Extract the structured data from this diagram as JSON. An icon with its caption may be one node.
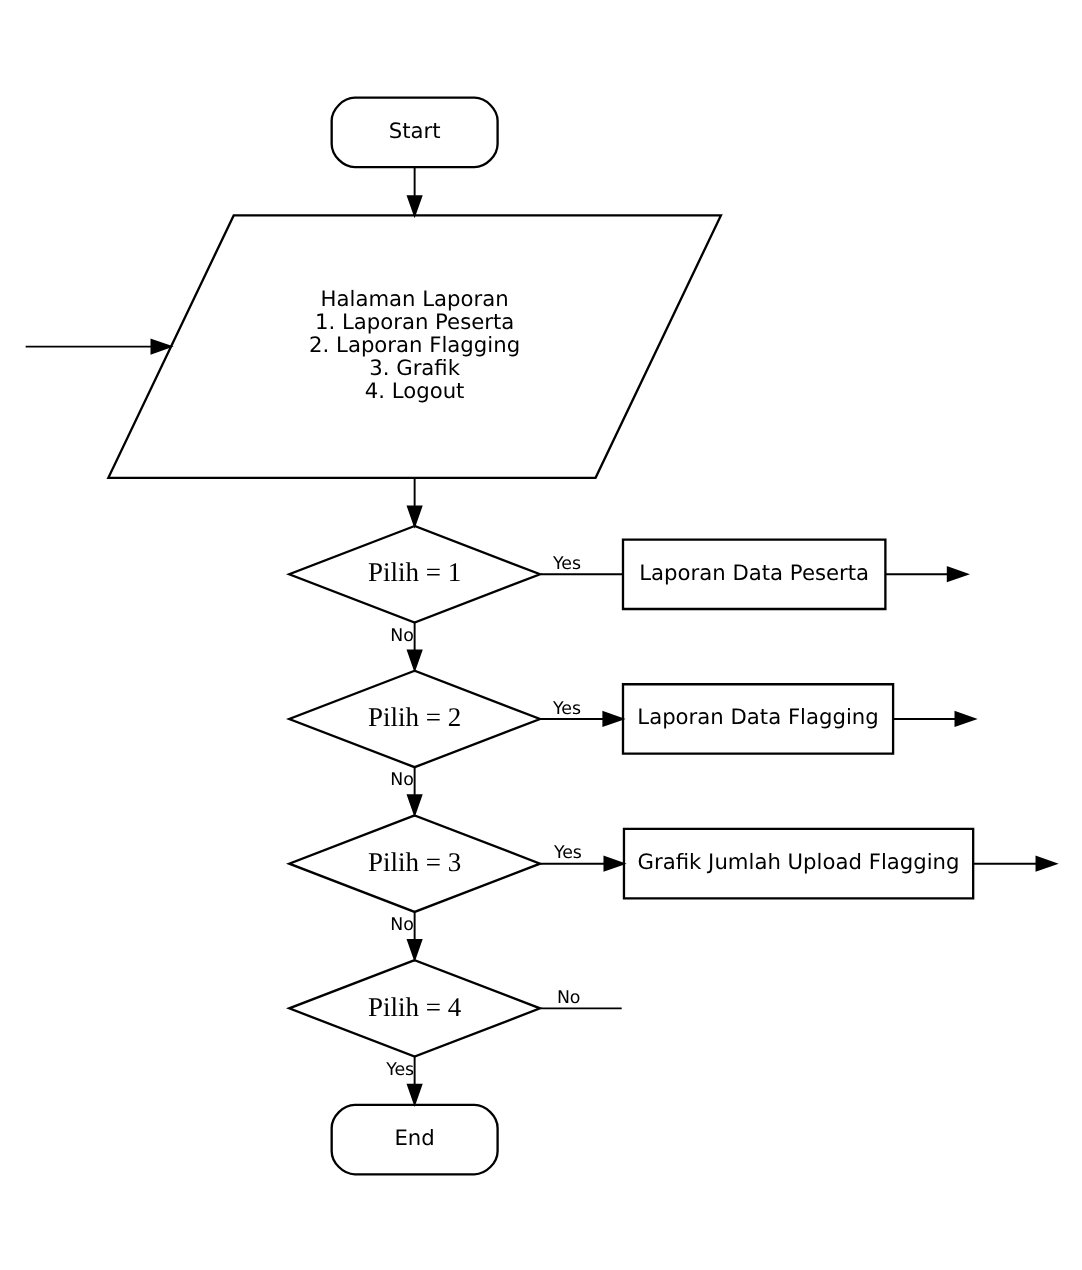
{
  "diagram": {
    "nodes": [
      {
        "text": [
          "Start"
        ]
      },
      {
        "text": [
          "Halaman Laporan",
          "1. Laporan Peserta",
          "2. Laporan Flagging",
          "3. Grafik",
          "4. Logout"
        ]
      },
      {
        "text": [
          "Pilih = 1"
        ]
      },
      {
        "text": [
          "Laporan Data Peserta"
        ]
      },
      {
        "text": [
          "Pilih = 2"
        ]
      },
      {
        "text": [
          "Laporan Data Flagging"
        ]
      },
      {
        "text": [
          "Pilih = 3"
        ]
      },
      {
        "text": [
          "Grafik Jumlah Upload Flagging"
        ]
      },
      {
        "text": [
          "Pilih = 4"
        ]
      },
      {
        "text": [
          "End"
        ]
      }
    ],
    "edges": [
      {
        "from": 0,
        "to": 1,
        "arrow": "to"
      },
      {
        "from": null,
        "to": 1,
        "arrow": "to"
      },
      {
        "from": 1,
        "to": 2,
        "arrow": "to"
      },
      {
        "from": 2,
        "to": 3,
        "label": "Yes",
        "arrow": "none"
      },
      {
        "from": 3,
        "to": null,
        "arrow": "to"
      },
      {
        "from": 2,
        "to": 4,
        "label": "No",
        "arrow": "to"
      },
      {
        "from": 4,
        "to": 5,
        "label": "Yes",
        "arrow": "to"
      },
      {
        "from": 5,
        "to": null,
        "arrow": "to"
      },
      {
        "from": 4,
        "to": 6,
        "label": "No",
        "arrow": "to"
      },
      {
        "from": 6,
        "to": 7,
        "label": "Yes",
        "arrow": "to"
      },
      {
        "from": 7,
        "to": null,
        "arrow": "to"
      },
      {
        "from": 6,
        "to": 8,
        "label": "No",
        "arrow": "to"
      },
      {
        "from": 8,
        "to": null,
        "label": "No",
        "arrow": "none"
      },
      {
        "from": 8,
        "to": 9,
        "label": "Yes",
        "arrow": "to"
      }
    ]
  }
}
